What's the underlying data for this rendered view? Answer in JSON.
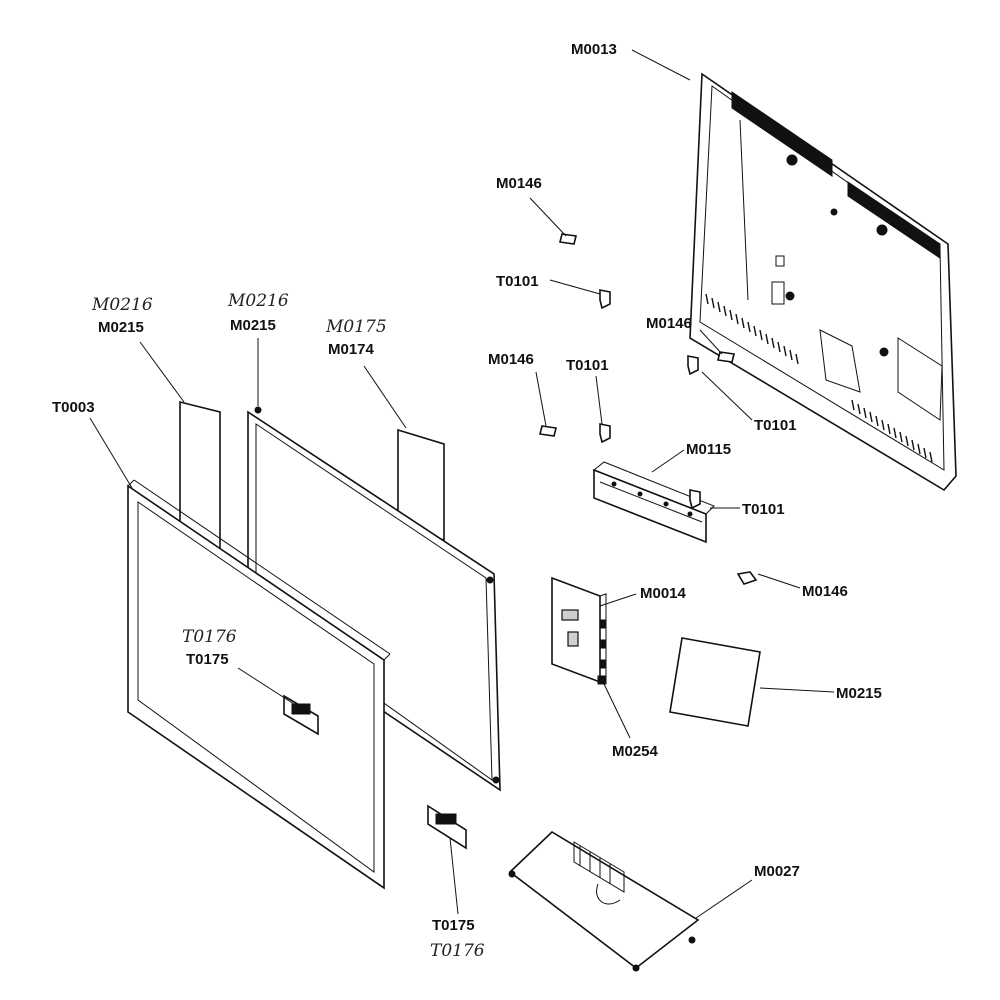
{
  "callouts": [
    {
      "id": "m0013",
      "label": "M0013"
    },
    {
      "id": "m0146-a",
      "label": "M0146"
    },
    {
      "id": "t0101-a",
      "label": "T0101"
    },
    {
      "id": "m0146-b",
      "label": "M0146"
    },
    {
      "id": "m0146-c",
      "label": "M0146"
    },
    {
      "id": "t0101-b",
      "label": "T0101"
    },
    {
      "id": "t0101-c",
      "label": "T0101"
    },
    {
      "id": "m0115",
      "label": "M0115"
    },
    {
      "id": "t0101-d",
      "label": "T0101"
    },
    {
      "id": "m0146-d",
      "label": "M0146"
    },
    {
      "id": "m0014",
      "label": "M0014"
    },
    {
      "id": "m0215-c",
      "label": "M0215"
    },
    {
      "id": "m0254",
      "label": "M0254"
    },
    {
      "id": "m0027",
      "label": "M0027"
    },
    {
      "id": "t0175-b",
      "label": "T0175",
      "handwritten": "T0176"
    },
    {
      "id": "t0175-a",
      "label": "T0175",
      "handwritten": "T0176"
    },
    {
      "id": "t0003",
      "label": "T0003"
    },
    {
      "id": "m0215-a",
      "label": "M0215",
      "handwritten": "M0216"
    },
    {
      "id": "m0215-b",
      "label": "M0215",
      "handwritten": "M0216"
    },
    {
      "id": "m0174",
      "label": "M0174",
      "handwritten": "M0175"
    }
  ]
}
